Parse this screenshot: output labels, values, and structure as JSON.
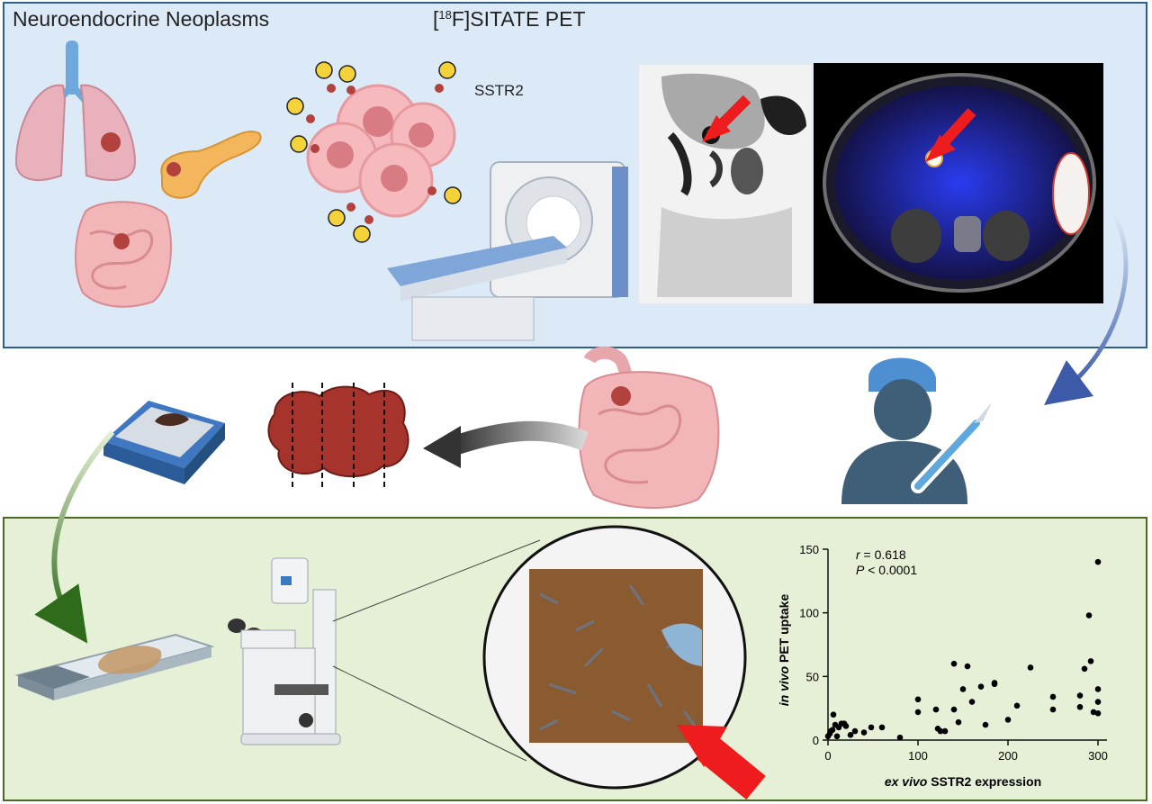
{
  "top_panel": {
    "title_left": "Neuroendocrine Neoplasms",
    "title_right_prefix": "[",
    "title_right_sup": "18",
    "title_right_suffix": "F]SITATE PET",
    "receptor_label": "SSTR2",
    "accent_color": "#2f5f8a"
  },
  "bottom_panel": {
    "accent_color": "#4b6b24"
  },
  "icons": [
    "lungs-icon",
    "pancreas-icon",
    "intestine-icon",
    "tumor-cells-icon",
    "radiotracer-icon",
    "pet-scanner-icon",
    "surgeon-icon",
    "scalpel-icon",
    "specimen-scale-icon",
    "sliced-tumor-icon",
    "microscope-icon",
    "glass-slide-icon"
  ],
  "chart_data": {
    "type": "scatter",
    "xlabel_italic": "ex vivo",
    "xlabel_rest": " SSTR2 expression",
    "ylabel_italic": "in vivo",
    "ylabel_rest": " PET uptake",
    "annotation_r_symbol": "r",
    "annotation_r_value": " = 0.618",
    "annotation_p_symbol": "P",
    "annotation_p_value": " < 0.0001",
    "xlim": [
      0,
      310
    ],
    "ylim": [
      0,
      150
    ],
    "xticks": [
      "0",
      "100",
      "200",
      "300"
    ],
    "yticks": [
      "0",
      "50",
      "100",
      "150"
    ],
    "points": [
      [
        0,
        3
      ],
      [
        2,
        5
      ],
      [
        3,
        7
      ],
      [
        5,
        8
      ],
      [
        6,
        20
      ],
      [
        8,
        12
      ],
      [
        10,
        3
      ],
      [
        12,
        10
      ],
      [
        15,
        13
      ],
      [
        18,
        13
      ],
      [
        20,
        11
      ],
      [
        25,
        4
      ],
      [
        30,
        7
      ],
      [
        40,
        6
      ],
      [
        48,
        10
      ],
      [
        60,
        10
      ],
      [
        80,
        2
      ],
      [
        100,
        22
      ],
      [
        100,
        32
      ],
      [
        120,
        24
      ],
      [
        122,
        9
      ],
      [
        125,
        7
      ],
      [
        130,
        7
      ],
      [
        140,
        60
      ],
      [
        140,
        24
      ],
      [
        145,
        14
      ],
      [
        150,
        40
      ],
      [
        155,
        58
      ],
      [
        160,
        30
      ],
      [
        170,
        42
      ],
      [
        175,
        12
      ],
      [
        185,
        44
      ],
      [
        185,
        45
      ],
      [
        200,
        16
      ],
      [
        210,
        27
      ],
      [
        225,
        57
      ],
      [
        250,
        34
      ],
      [
        250,
        24
      ],
      [
        280,
        26
      ],
      [
        280,
        35
      ],
      [
        285,
        56
      ],
      [
        290,
        98
      ],
      [
        292,
        62
      ],
      [
        295,
        22
      ],
      [
        300,
        40
      ],
      [
        300,
        140
      ],
      [
        300,
        30
      ],
      [
        300,
        21
      ]
    ]
  }
}
